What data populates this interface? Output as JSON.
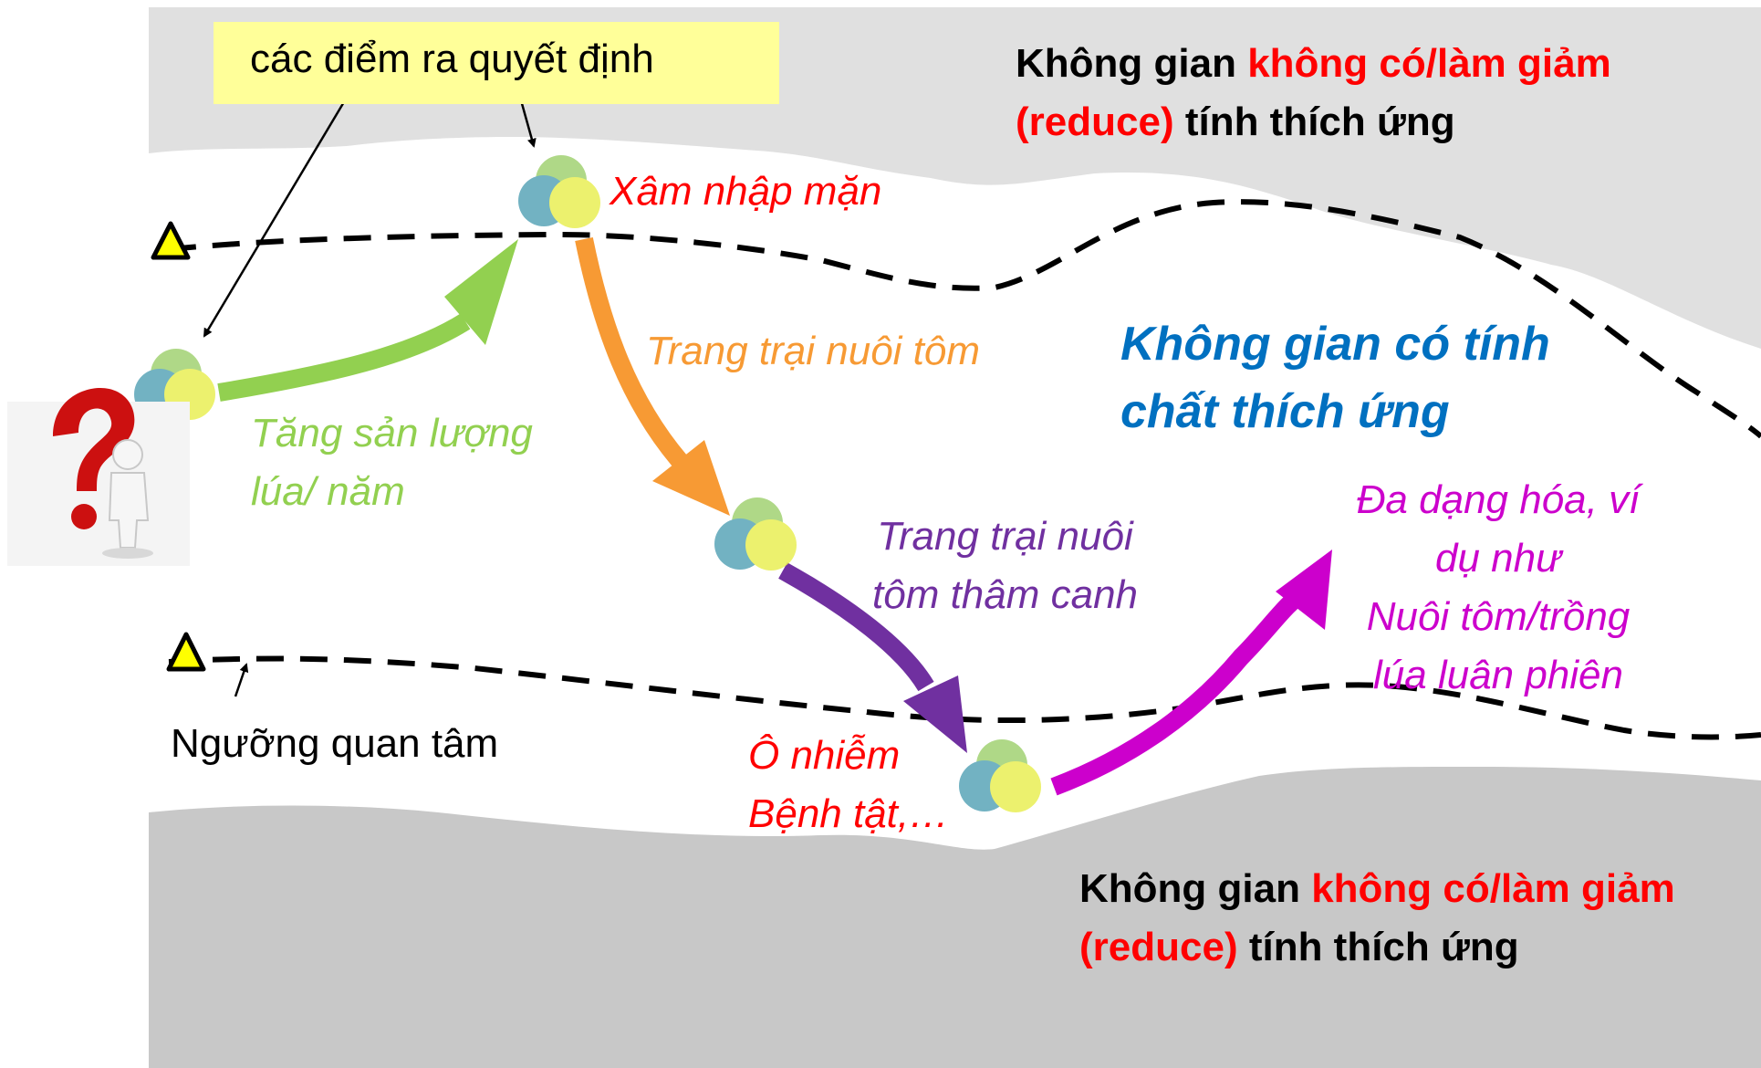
{
  "callout": {
    "label": "các điểm ra quyết định"
  },
  "top_region": {
    "prefix": "Không gian ",
    "highlight": "không có/làm giảm",
    "reduce": "(reduce)",
    "suffix": " tính thích ứng"
  },
  "bottom_region": {
    "prefix": "Không gian ",
    "highlight": "không có/làm giảm",
    "reduce": "(reduce)",
    "suffix": " tính thích ứng"
  },
  "adaptive_space": {
    "line1": "Không gian có tính",
    "line2": "chất thích ứng"
  },
  "threshold": {
    "label": "Ngưỡng quan tâm"
  },
  "pathways": [
    {
      "id": "rice",
      "line1": "Tăng sản lượng",
      "line2": "lúa/ năm",
      "color": "#92d050"
    },
    {
      "id": "salinity",
      "line1": "Xâm nhập mặn",
      "color": "#ff0000"
    },
    {
      "id": "shrimp",
      "line1": "Trang trại nuôi tôm",
      "color": "#f79a34"
    },
    {
      "id": "intensive",
      "line1": "Trang trại nuôi",
      "line2": "tôm thâm canh",
      "color": "#7030a0"
    },
    {
      "id": "pollution",
      "line1": "Ô nhiễm",
      "line2": "Bệnh tật,…",
      "color": "#ff0000"
    },
    {
      "id": "diversify",
      "line1": "Đa dạng hóa, ví",
      "line2": "dụ như",
      "line3": "Nuôi tôm/trồng",
      "line4": "lúa luân phiên",
      "color": "#cc00cc"
    }
  ],
  "colors": {
    "grey_top": "#e0e0e0",
    "grey_bottom": "#c8c8c8",
    "blue_text": "#0070c0",
    "callout_bg": "#ffff99",
    "warning": "#ffff00"
  },
  "icons": [
    "question-figure-icon",
    "warning-triangle-icon",
    "venn-circles-icon"
  ]
}
